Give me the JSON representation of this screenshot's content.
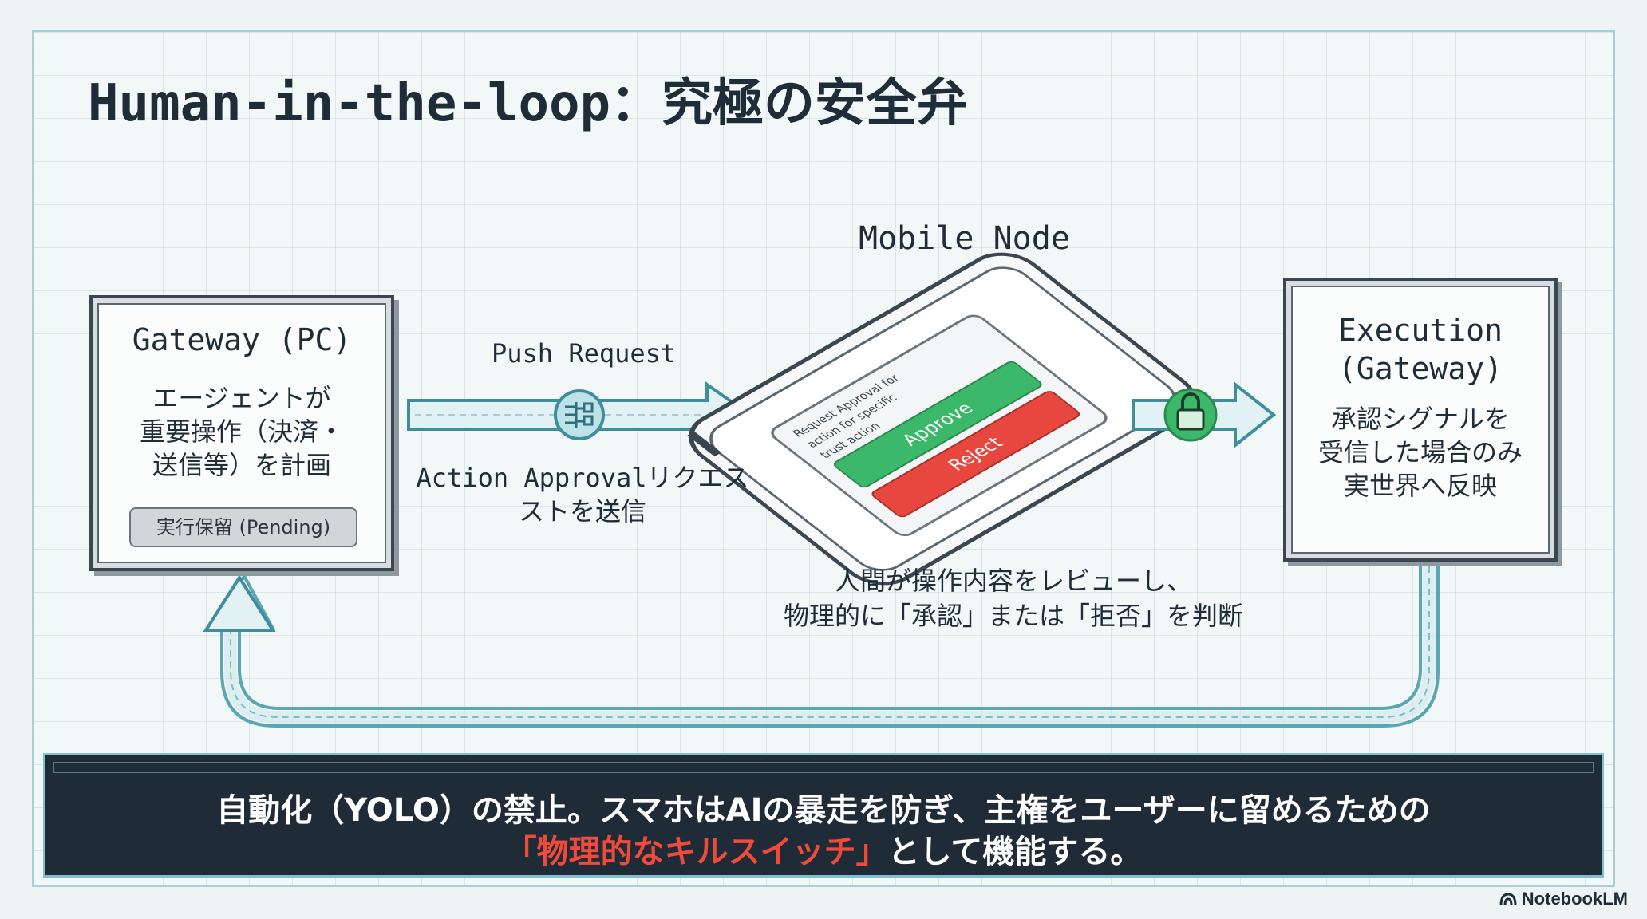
{
  "title": "Human-in-the-loop：究極の安全弁",
  "gateway": {
    "title": "Gateway (PC)",
    "description": "エージェントが\n重要操作（決済・\n送信等）を計画",
    "status": "実行保留 (Pending)"
  },
  "push": {
    "label": "Push Request",
    "description": "Action Approvalリクエス\nストを送信"
  },
  "mobile": {
    "label": "Mobile Node",
    "screen_text": [
      "Request Approval for",
      "action for specific",
      "trust action"
    ],
    "approve_label": "Approve",
    "reject_label": "Reject",
    "caption": "人間が操作内容をレビューし、\n物理的に「承認」または「拒否」を判断"
  },
  "execution": {
    "title": "Execution\n(Gateway)",
    "description": "承認シグナルを\n受信した場合のみ\n実世界へ反映"
  },
  "banner": {
    "line1": "自動化（YOLO）の禁止。スマホはAIの暴走を防ぎ、主権をユーザーに留めるための",
    "highlight": "「物理的なキルスイッチ」",
    "line2_rest": "として機能する。"
  },
  "brand": "NotebookLM",
  "colors": {
    "approve": "#3cb86a",
    "reject": "#e8473f",
    "arrow_fill": "#e2f2f4",
    "arrow_stroke": "#5aa6b4",
    "lock": "#3cb86a",
    "banner_bg": "#1f2c38",
    "highlight": "#f04a3a"
  },
  "icons": [
    "network-hub-icon",
    "lock-icon",
    "notebooklm-logo-icon"
  ]
}
